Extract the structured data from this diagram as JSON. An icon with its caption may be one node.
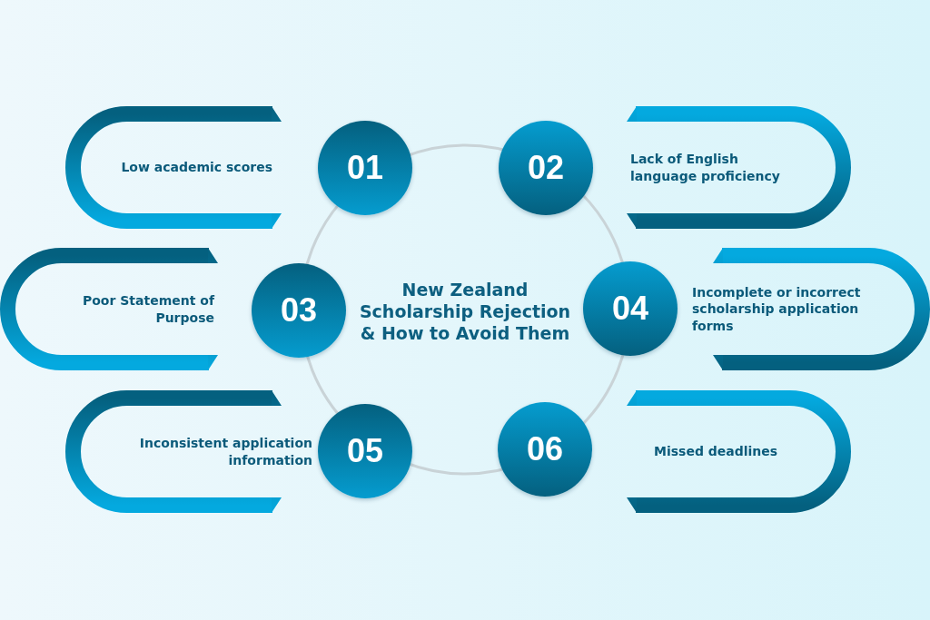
{
  "diagram": {
    "nodes": [
      {
        "text": [
          "New Zealand Scholarship Rejection & How to Avoid Them"
        ]
      },
      {
        "text": [
          "Low academic scores"
        ]
      },
      {
        "text": [
          "01"
        ]
      },
      {
        "text": [
          "02"
        ]
      },
      {
        "text": [
          "Lack of English language proficiency"
        ]
      },
      {
        "text": [
          "Poor Statement of Purpose"
        ]
      },
      {
        "text": [
          "03"
        ]
      },
      {
        "text": [
          "04"
        ]
      },
      {
        "text": [
          "Incomplete or incorrect scholarship application forms"
        ]
      },
      {
        "text": [
          "Inconsistent application information"
        ]
      },
      {
        "text": [
          "05"
        ]
      },
      {
        "text": [
          "06"
        ]
      },
      {
        "text": [
          "Missed deadlines"
        ]
      }
    ]
  }
}
